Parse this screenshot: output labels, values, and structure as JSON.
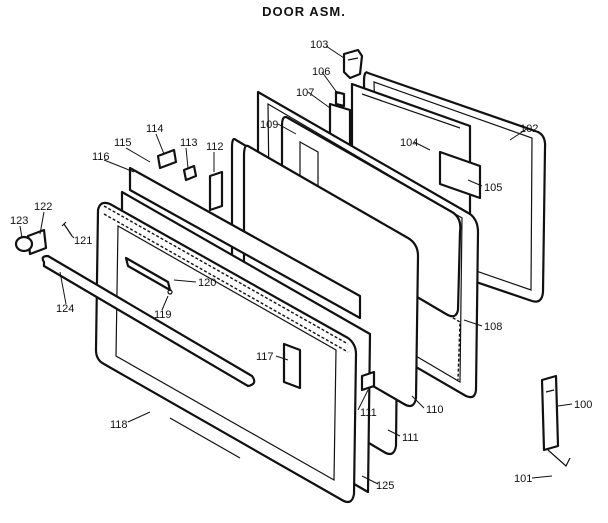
{
  "title": "DOOR ASM.",
  "labels": {
    "l100": "100",
    "l101": "101",
    "l102": "102",
    "l103": "103",
    "l104": "104",
    "l105": "105",
    "l106": "106",
    "l107": "107",
    "l108": "108",
    "l109": "109",
    "l110": "110",
    "l111a": "111",
    "l111b": "111",
    "l112": "112",
    "l113": "113",
    "l114": "114",
    "l115": "115",
    "l116": "116",
    "l117": "117",
    "l118": "118",
    "l119": "119",
    "l120": "120",
    "l121": "121",
    "l122": "122",
    "l123": "123",
    "l124": "124",
    "l125": "125"
  }
}
